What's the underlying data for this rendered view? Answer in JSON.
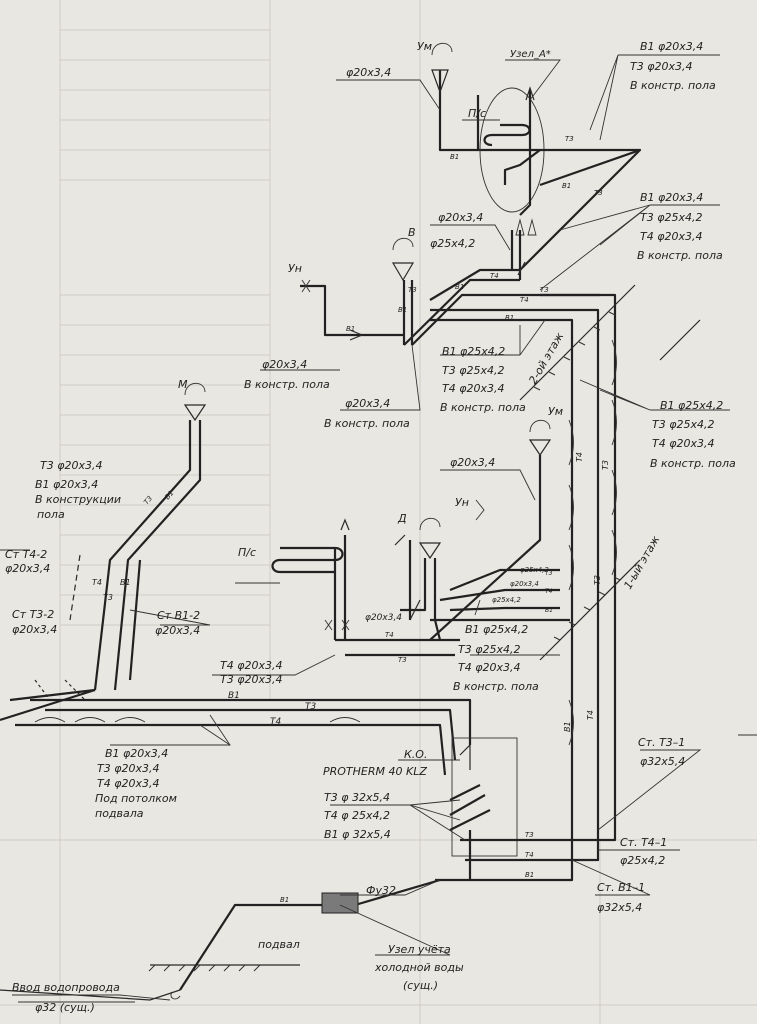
{
  "labels": {
    "um_top": "Ум",
    "uzel_a": "Узел_А*",
    "ps_top": "П/с",
    "d20_top": "φ20х3,4",
    "top_right_1": "В1 φ20х3,4",
    "top_right_2": "Т3 φ20х3,4",
    "top_right_3": "В констр. пола",
    "mid_right_1": "В1 φ20х3,4",
    "mid_right_2": "Т3 φ25х4,2",
    "mid_right_3": "Т4 φ20х3,4",
    "mid_right_4": "В констр. пола",
    "v_mark": "В",
    "d20_v": "φ20х3,4",
    "d25_v": "φ25х4,2",
    "un_left": "Ун",
    "left_mid_1": "φ20х3,4",
    "left_mid_2": "В констр. пола",
    "center_1": "В1 φ25х4,2",
    "center_2": "Т3 φ25х4,2",
    "center_3": "Т4 φ20х3,4",
    "center_4": "В констр. пола",
    "center_low_1": "φ20х3,4",
    "center_low_2": "В констр. пола",
    "floor2": "2-ой этаж",
    "right_2_1": "В1 φ25х4,2",
    "right_2_2": "Т3 φ25х4,2",
    "right_2_3": "Т4 φ20х3,4",
    "right_2_4": "В констр. пола",
    "m_mark": "М",
    "left_t3_1": "Т3  φ20х3,4",
    "left_t3_2": "В1  φ20х3,4",
    "left_t3_3": "В конструкции",
    "left_t3_4": "пола",
    "um_mid": "Ум",
    "d20_mid": "φ20х3,4",
    "un_mid": "Ун",
    "d_mark": "Д",
    "st_t4_2": "Ст Т4-2",
    "st_t4_2d": "φ20х3,4",
    "ps_mid": "П/с",
    "st_t3_2": "Ст Т3-2",
    "st_t3_2d": "φ20х3,4",
    "st_b1_2": "Ст В1-2",
    "st_b1_2d": "φ20х3,4",
    "small_1": "φ25х4,2",
    "small_2": "φ20х3,4",
    "small_3": "φ25х4,2",
    "small_4": "φ20х3,4",
    "floor1": "1-ый этаж",
    "low_center_1": "В1 φ25х4,2",
    "low_center_2": "Т3 φ25х4,2",
    "low_center_3": "Т4 φ20х3,4",
    "low_center_4": "В констр. пола",
    "t4_mid_1": "Т4  φ20х3,4",
    "t4_mid_2": "Т3  φ20х3,4",
    "b1_run": "В1",
    "t3_run": "Т3",
    "t4_run": "Т4",
    "basement_1": "В1 φ20х3,4",
    "basement_2": "Т3 φ20х3,4",
    "basement_3": "Т4 φ20х3,4",
    "basement_4": "Под потолком",
    "basement_5": "подвала",
    "ko": "К.О.",
    "boiler": "PROTHERM 40 KLZ",
    "boiler_t3": "Т3  φ 32х5,4",
    "boiler_t4": "Т4  φ 25х4,2",
    "boiler_b1": "В1  φ 32х5,4",
    "st_t3_1": "Ст. Т3–1",
    "st_t3_1d": "φ32х5,4",
    "st_t4_1": "Ст. Т4–1",
    "st_t4_1d": "φ25х4,2",
    "st_b1_1": "Ст. В1–1",
    "st_b1_1d": "φ32х5,4",
    "du32": "Фу32",
    "podval": "подвал",
    "meter_1": "Узел учёта",
    "meter_2": "холодной воды",
    "meter_3": "(сущ.)",
    "inlet_1": "Ввод водопровода",
    "inlet_2": "φ32 (сущ.)"
  }
}
